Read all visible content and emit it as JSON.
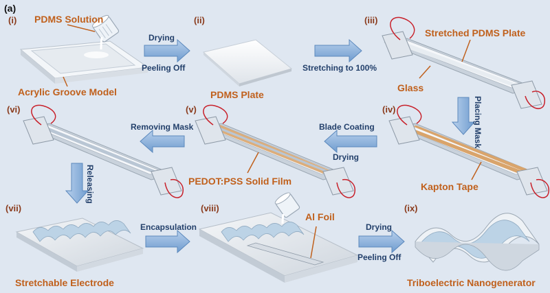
{
  "panel_label": "(a)",
  "steps": {
    "i": "(i)",
    "ii": "(ii)",
    "iii": "(iii)",
    "iv": "(iv)",
    "v": "(v)",
    "vi": "(vi)",
    "vii": "(vii)",
    "viii": "(viii)",
    "ix": "(ix)"
  },
  "labels": {
    "pdms_solution": "PDMS Solution",
    "acrylic_groove_model": "Acrylic Groove Model",
    "pdms_plate": "PDMS Plate",
    "stretched_pdms_plate": "Stretched PDMS Plate",
    "glass": "Glass",
    "kapton_tape": "Kapton Tape",
    "pedot_pss_solid_film": "PEDOT:PSS Solid Film",
    "stretchable_electrode": "Stretchable Electrode",
    "al_foil": "Al Foil",
    "triboelectric_nanogenerator": "Triboelectric Nanogenerator"
  },
  "arrows": {
    "drying_1": "Drying",
    "peeling_off_1": "Peeling Off",
    "stretching": "Stretching to 100%",
    "placing_mask": "Placing Mask",
    "blade_coating": "Blade Coating",
    "drying_2": "Drying",
    "removing_mask": "Removing Mask",
    "releasing": "Releasing",
    "encapsulation": "Encapsulation",
    "drying_3": "Drying",
    "peeling_off_2": "Peeling Off"
  },
  "colors": {
    "background": "#dfe7f1",
    "label_orange": "#c0601c",
    "label_navy": "#23406b",
    "arrow_fill": "#8fb4dc",
    "kapton": "#d9a46b",
    "wire": "#c8202a"
  }
}
